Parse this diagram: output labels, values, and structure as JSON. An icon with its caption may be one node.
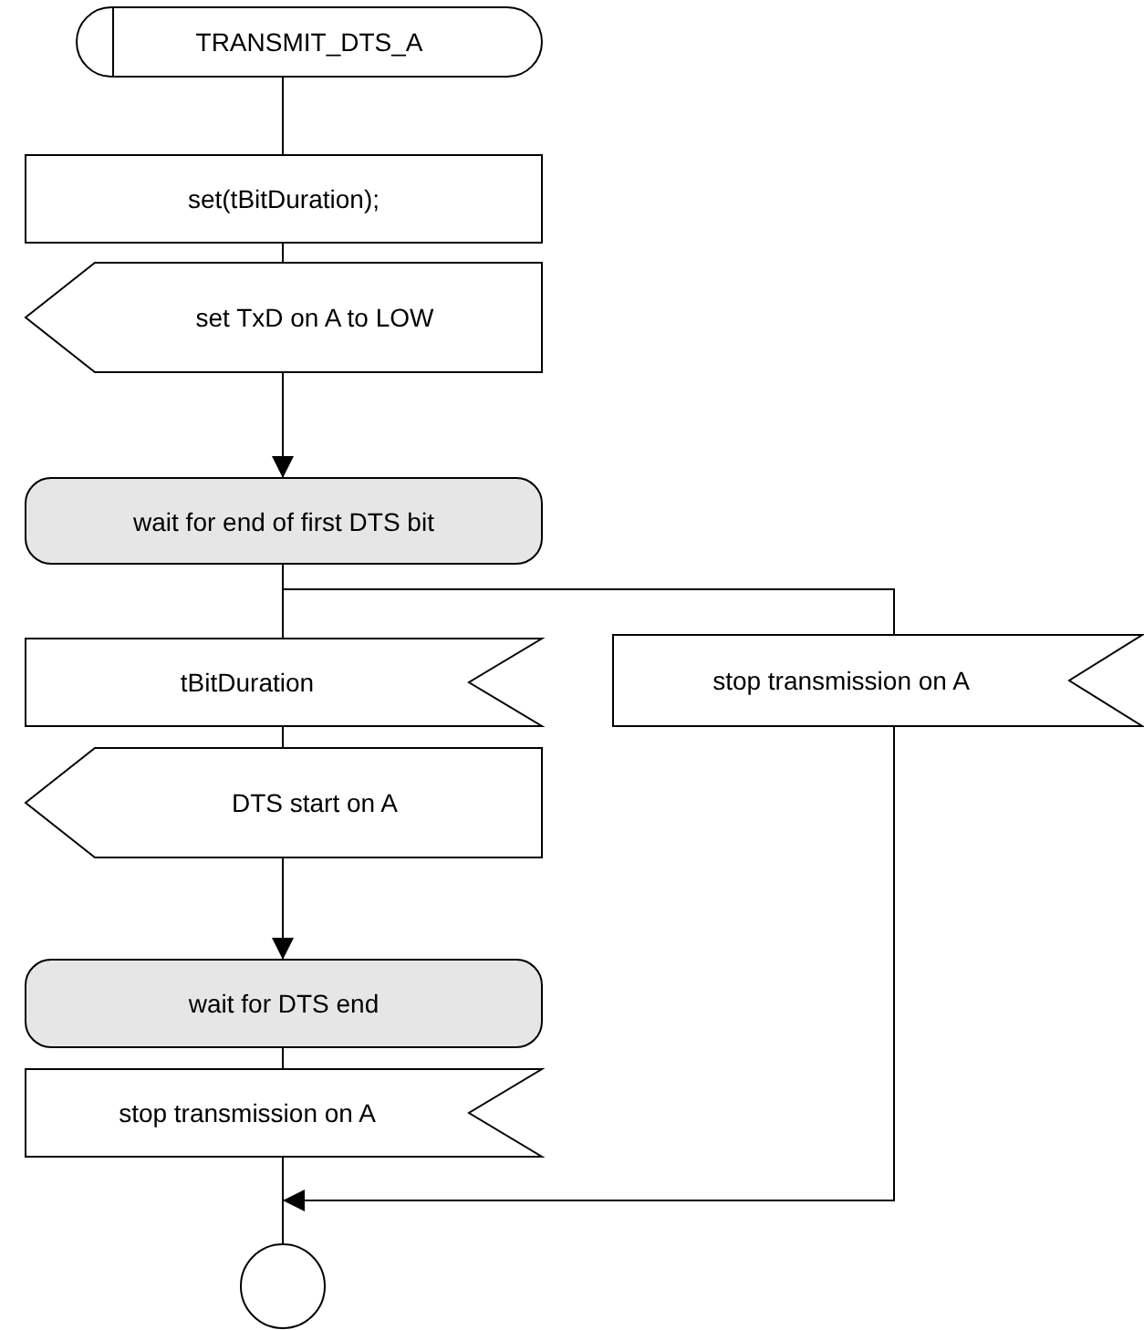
{
  "diagram": {
    "nodes": [
      {
        "text": [
          "TRANSMIT_DTS_A"
        ]
      },
      {
        "text": [
          "set(tBitDuration);"
        ]
      },
      {
        "text": [
          "set TxD on A to LOW"
        ]
      },
      {
        "text": [
          "wait for end of first DTS bit"
        ]
      },
      {
        "text": [
          "tBitDuration"
        ]
      },
      {
        "text": [
          "stop transmission on A"
        ]
      },
      {
        "text": [
          "DTS start on A"
        ]
      },
      {
        "text": [
          "wait for DTS end"
        ]
      },
      {
        "text": [
          "stop transmission on A"
        ]
      },
      {
        "text": [],
        "shape": "circle"
      }
    ],
    "edges": [
      {
        "from": 0,
        "to": 1,
        "arrow": "none"
      },
      {
        "from": 1,
        "to": 2,
        "arrow": "none"
      },
      {
        "from": 2,
        "to": 3,
        "arrow": "to"
      },
      {
        "from": 3,
        "to": 4,
        "arrow": "none"
      },
      {
        "from": 3,
        "to": 5,
        "arrow": "none"
      },
      {
        "from": 4,
        "to": 6,
        "arrow": "none"
      },
      {
        "from": 6,
        "to": 7,
        "arrow": "to"
      },
      {
        "from": 7,
        "to": 8,
        "arrow": "none"
      },
      {
        "from": 8,
        "to": 9,
        "arrow": "none"
      },
      {
        "from": 5,
        "to": 9,
        "arrow": "to"
      }
    ]
  }
}
